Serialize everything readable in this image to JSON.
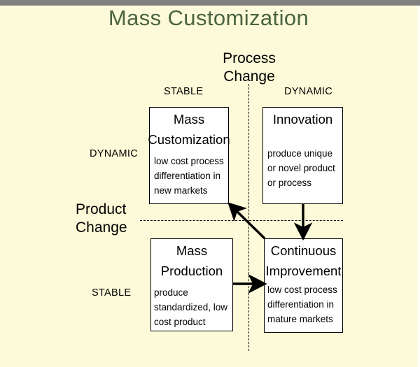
{
  "slide": {
    "title": "Mass Customization",
    "title_color": "#4B6342",
    "background_color": "#FCFAD8",
    "topbar_color": "#808080"
  },
  "axes": {
    "horizontal": {
      "name": "Process Change",
      "label_line1": "Process",
      "label_line2": "Change",
      "left_end": "STABLE",
      "right_end": "DYNAMIC"
    },
    "vertical": {
      "name": "Product Change",
      "label_line1": "Product",
      "label_line2": "Change",
      "top_end": "DYNAMIC",
      "bottom_end": "STABLE"
    }
  },
  "quadrants": [
    {
      "id": "mass-customization",
      "heading_line1": "Mass",
      "heading_line2": "Customization",
      "body": "low cost process differentiation in new markets",
      "position": "top-left",
      "product_change": "DYNAMIC",
      "process_change": "STABLE"
    },
    {
      "id": "innovation",
      "heading_line1": "Innovation",
      "heading_line2": "",
      "body": "produce unique or novel product or process",
      "position": "top-right",
      "product_change": "DYNAMIC",
      "process_change": "DYNAMIC"
    },
    {
      "id": "mass-production",
      "heading_line1": "Mass",
      "heading_line2": "Production",
      "body": "produce standardized, low cost product",
      "position": "bottom-left",
      "product_change": "STABLE",
      "process_change": "STABLE"
    },
    {
      "id": "continuous-improvement",
      "heading_line1": "Continuous",
      "heading_line2": "Improvement",
      "body": "low cost process differentiation in mature markets",
      "position": "bottom-right",
      "product_change": "STABLE",
      "process_change": "DYNAMIC"
    }
  ],
  "arrows": [
    {
      "id": "innovation-to-continuous-improvement",
      "from": "innovation",
      "to": "continuous-improvement",
      "direction": "down"
    },
    {
      "id": "mass-production-to-continuous-improvement",
      "from": "mass-production",
      "to": "continuous-improvement",
      "direction": "right"
    },
    {
      "id": "continuous-improvement-to-mass-customization",
      "from": "continuous-improvement",
      "to": "mass-customization",
      "direction": "diagonal-up-left"
    }
  ]
}
